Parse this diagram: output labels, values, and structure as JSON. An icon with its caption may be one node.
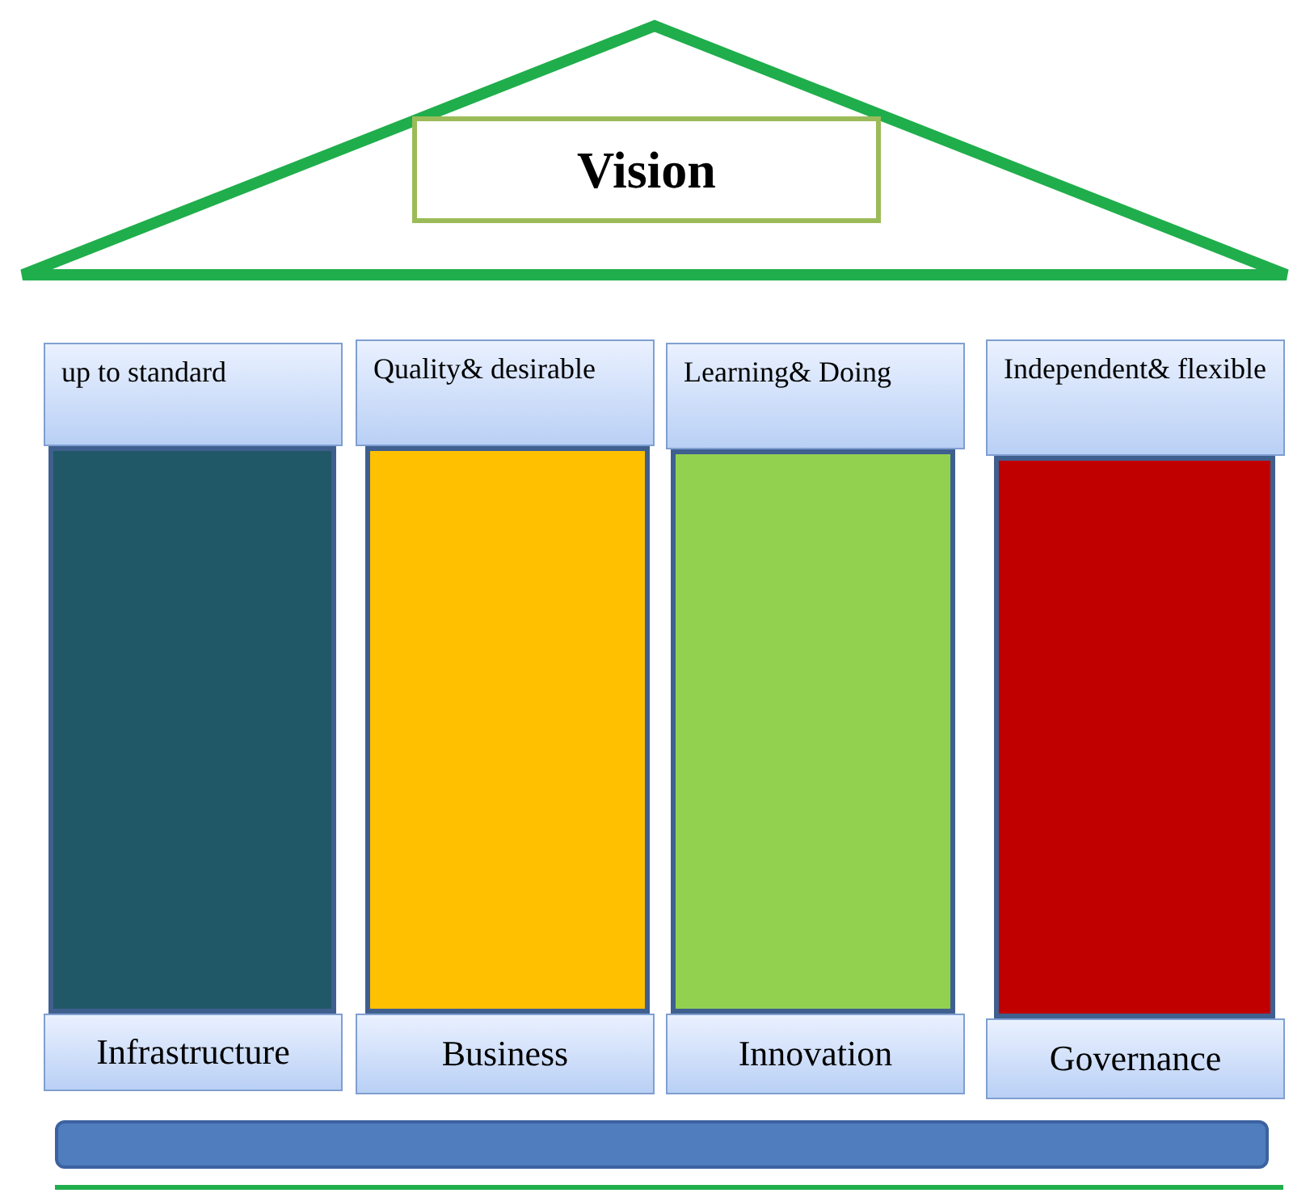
{
  "diagram": {
    "nodes": [
      {
        "text": [],
        "shape": "triangle"
      },
      {
        "text": [
          "Vision"
        ],
        "in": 0
      },
      {
        "text": [
          "up to standard"
        ]
      },
      {
        "text": [
          "Quality& desirable"
        ]
      },
      {
        "text": [
          "Learning& Doing"
        ]
      },
      {
        "text": [
          "Independent& flexible"
        ]
      },
      {
        "text": [],
        "shape": "bar"
      },
      {
        "text": [],
        "shape": "bar"
      },
      {
        "text": [],
        "shape": "bar"
      },
      {
        "text": [],
        "shape": "bar"
      },
      {
        "text": [
          "Infrastructure"
        ]
      },
      {
        "text": [
          "Business"
        ]
      },
      {
        "text": [
          "Innovation"
        ]
      },
      {
        "text": [
          "Governance"
        ]
      },
      {
        "text": [],
        "shape": "bar"
      }
    ]
  }
}
